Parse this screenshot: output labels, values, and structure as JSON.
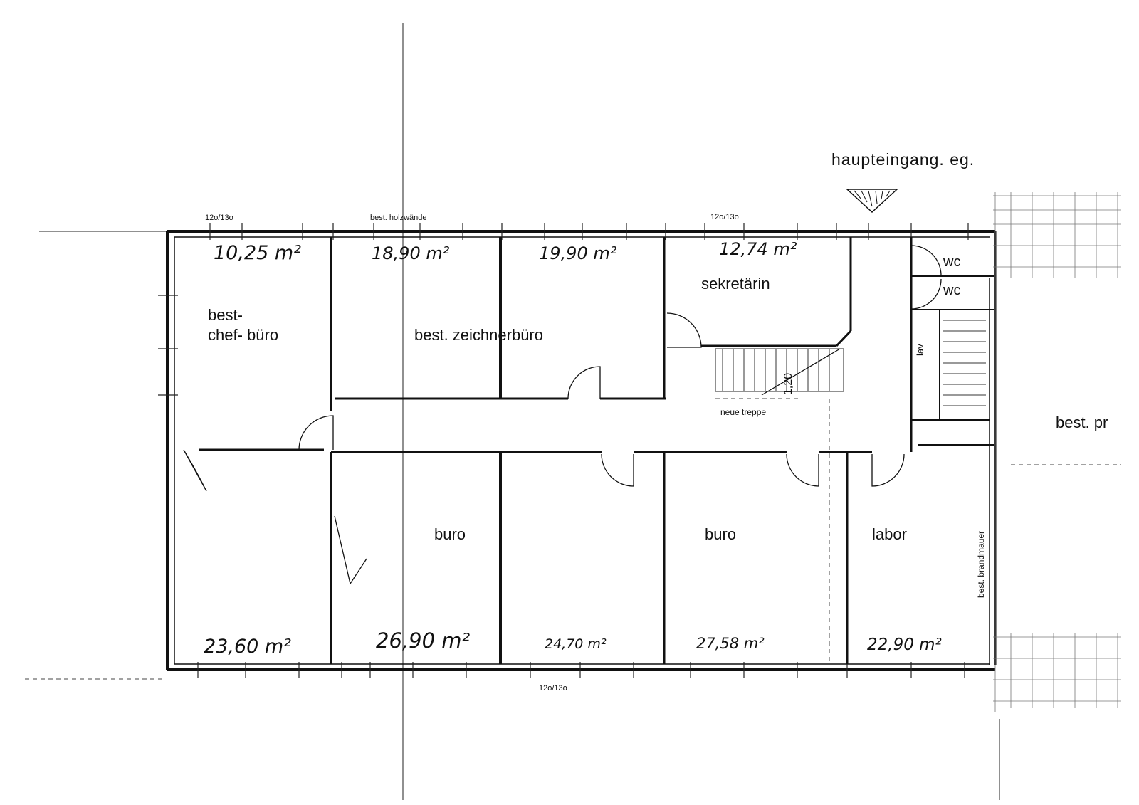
{
  "header": {
    "entrance_label": "haupteingang. eg."
  },
  "dimensions": {
    "top_left": "12o/13o",
    "top_right": "12o/13o",
    "bottom": "12o/13o",
    "wood_walls_note": "best. holzwände"
  },
  "rooms": {
    "chef_buero": {
      "label_line1": "best-",
      "label_line2": "chef- büro",
      "area": "10,25 m²"
    },
    "zeichner_area_left": {
      "area": "18,90 m²"
    },
    "zeichner_area_right": {
      "area": "19,90 m²"
    },
    "zeichner_label": "best.  zeichnerbüro",
    "sekretaerin": {
      "label": "sekretärin",
      "area": "12,74 m²"
    },
    "wc1": {
      "label": "wc"
    },
    "wc2": {
      "label": "wc"
    },
    "lav": {
      "label": "lav"
    },
    "stairs": {
      "label": "neue treppe",
      "dim": "1,20"
    },
    "neighbor": {
      "label": "best. pr"
    },
    "firewall": {
      "label": "best. brandmauer"
    },
    "bottom_1": {
      "area": "23,60 m²"
    },
    "bottom_2": {
      "label": "buro",
      "area": "26,90 m²"
    },
    "bottom_3": {
      "area": "24,70 m²"
    },
    "bottom_4": {
      "label": "buro",
      "area": "27,58 m²"
    },
    "bottom_5": {
      "label": "labor",
      "area": "22,90 m²"
    }
  }
}
